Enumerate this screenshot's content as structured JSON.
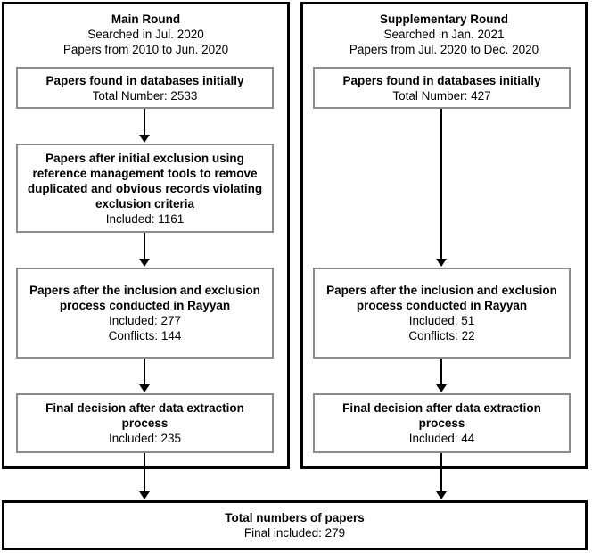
{
  "colors": {
    "background": "#ffffff",
    "outer_border": "#000000",
    "inner_border": "#8c8c8c",
    "text": "#000000"
  },
  "columns": [
    {
      "title": "Main Round",
      "searched": "Searched in Jul. 2020",
      "range": "Papers from 2010 to Jun. 2020",
      "boxes": [
        {
          "title": "Papers found in databases initially",
          "stats": [
            "Total Number: 2533"
          ]
        },
        {
          "title": "Papers after initial exclusion using reference management tools to remove duplicated and obvious records violating exclusion criteria",
          "stats": [
            "Included: 1161"
          ]
        },
        {
          "title": "Papers after the inclusion and exclusion process conducted in Rayyan",
          "stats": [
            "Included: 277",
            "Conflicts: 144"
          ]
        },
        {
          "title": "Final decision after data extraction process",
          "stats": [
            "Included: 235"
          ]
        }
      ]
    },
    {
      "title": "Supplementary Round",
      "searched": "Searched in Jan. 2021",
      "range": "Papers from Jul. 2020 to Dec. 2020",
      "boxes": [
        {
          "title": "Papers found in databases initially",
          "stats": [
            "Total Number: 427"
          ]
        },
        {
          "title": "Papers after the inclusion and exclusion process conducted in Rayyan",
          "stats": [
            "Included: 51",
            "Conflicts: 22"
          ]
        },
        {
          "title": "Final decision after data extraction process",
          "stats": [
            "Included: 44"
          ]
        }
      ]
    }
  ],
  "total": {
    "title": "Total numbers of papers",
    "stats": [
      "Final included: 279"
    ]
  }
}
